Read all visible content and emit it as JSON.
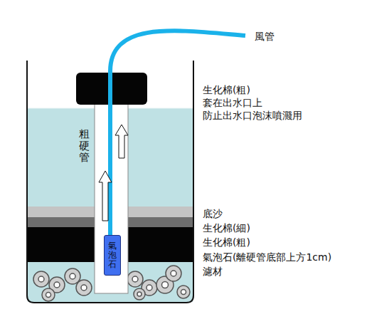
{
  "diagram": {
    "nodes": [
      {
        "text": [
          "氣泡石"
        ]
      }
    ],
    "labels": [
      "風管",
      "生化棉(粗)",
      "套在出水口上",
      "防止出水口泡沫噴濺用",
      "粗硬管",
      "底沙",
      "生化棉(細)",
      "生化棉(粗)",
      "氣泡石(離硬管底部上方1cm)",
      "濾材"
    ]
  }
}
